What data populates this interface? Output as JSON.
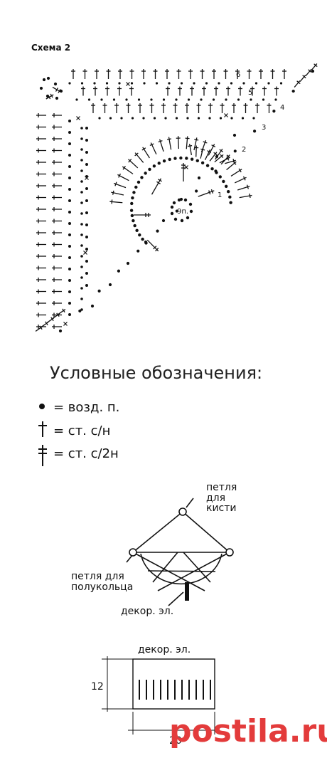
{
  "scheme_title": "Схема 2",
  "row_numbers": [
    "6",
    "5",
    "4",
    "3",
    "2",
    "1"
  ],
  "center_label": "9п.",
  "legend": {
    "heading": "Условные обозначения:",
    "items": [
      {
        "symbol": "dot",
        "text": "= возд. п."
      },
      {
        "symbol": "dc",
        "text": "= ст. с/н"
      },
      {
        "symbol": "tr",
        "text": "= ст. с/2н"
      }
    ]
  },
  "assembly": {
    "brush_loop": "петля\nдля\nкисти",
    "half_ring_loop": "петля для\nполукольца",
    "decor": "декор. эл."
  },
  "tassel": {
    "label": "декор. эл.",
    "height": "12",
    "width": "20"
  },
  "watermark": "postila.ru"
}
